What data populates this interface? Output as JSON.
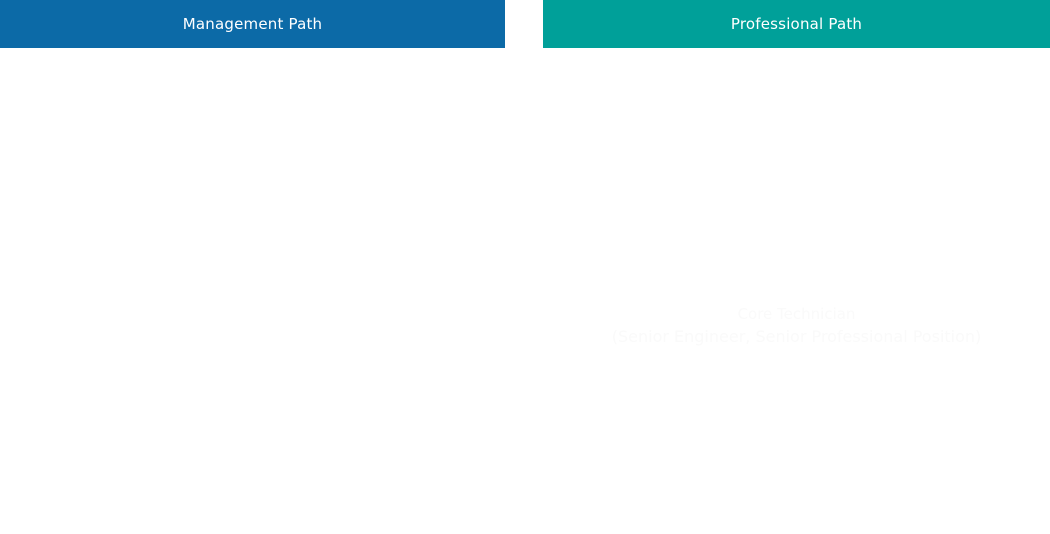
{
  "canvas": {
    "background": "#ffffff"
  },
  "management_column": {
    "header": {
      "label": "Management Path",
      "background": "#0c6aa7",
      "text_color": "#ffffff"
    }
  },
  "professional_column": {
    "header": {
      "label": "Professional Path",
      "background": "#00a099",
      "text_color": "#ffffff"
    },
    "faded_node": {
      "title": "Core Technician",
      "subtitle": "(Senior Engineer, Senior Professional Position)",
      "text_color": "#fafafa"
    }
  }
}
